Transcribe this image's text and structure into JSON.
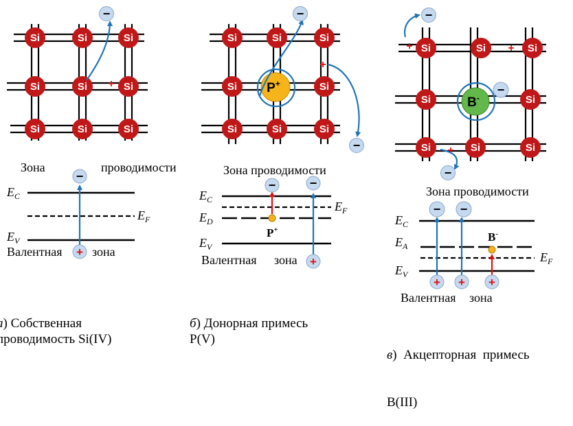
{
  "atoms": {
    "si": "Si",
    "p": "P",
    "p_sup": "+",
    "b": "B",
    "b_sup": "-"
  },
  "signs": {
    "minus": "−",
    "plus": "+"
  },
  "panel_a": {
    "zone_conduction_1": "Зона",
    "zone_conduction_2": "проводимости",
    "ec": "E",
    "ec_sub": "C",
    "ef": "E",
    "ef_sub": "F",
    "ev": "E",
    "ev_sub": "V",
    "zone_valence_1": "Валентная",
    "zone_valence_2": "зона",
    "caption_letter": "а",
    "caption_line1": ") Собственная",
    "caption_line2": "проводимость Si(IV)"
  },
  "panel_b": {
    "zone_conduction": "Зона проводимости",
    "ec": "E",
    "ec_sub": "C",
    "ef": "E",
    "ef_sub": "F",
    "ed": "E",
    "ed_sub": "D",
    "ev": "E",
    "ev_sub": "V",
    "ion_label": "P",
    "ion_sup": "+",
    "zone_valence_1": "Валентная",
    "zone_valence_2": "зона",
    "caption_letter": "б",
    "caption_line1": ") Донорная примесь",
    "caption_line2": "P(V)"
  },
  "panel_c": {
    "zone_conduction": "Зона проводимости",
    "ec": "E",
    "ec_sub": "C",
    "ea": "E",
    "ea_sub": "A",
    "ef": "E",
    "ef_sub": "F",
    "ev": "E",
    "ev_sub": "V",
    "ion_label": "B",
    "ion_sup": "-",
    "zone_valence_1": "Валентная",
    "zone_valence_2": "зона",
    "caption_letter": "в",
    "caption_line1": ")  Акцепторная  примесь",
    "caption_line2": "B(III)"
  },
  "colors": {
    "si_atom": "#c01818",
    "p_atom": "#f5b51a",
    "b_atom": "#62b84a",
    "electron_fill": "#c5d9ef",
    "arrow_blue": "#1f74b7",
    "arrow_red": "#e01010",
    "hole_plus": "#e01010",
    "lattice": "#000000"
  }
}
